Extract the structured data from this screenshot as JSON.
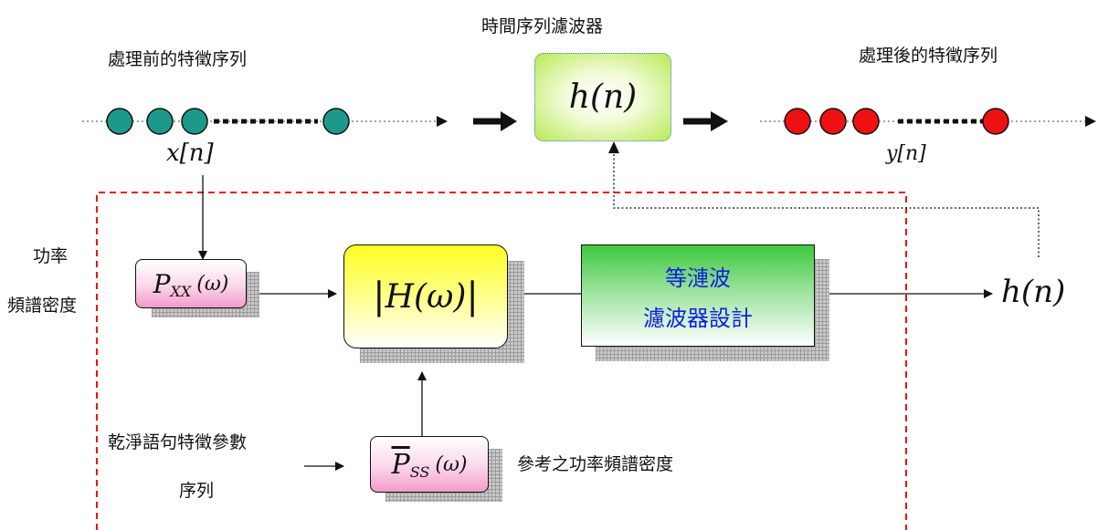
{
  "labels": {
    "filter_title": "時間序列濾波器",
    "input_label": "處理前的特徵序列",
    "output_label": "處理後的特徵序列",
    "x_n": "x[n]",
    "y_n": "y[n]",
    "h_n_box": "h(n)",
    "h_n_out": "h(n)",
    "psd_line1": "功率",
    "psd_line2": "頻譜密度",
    "pxx": "P",
    "pxx_sub": "XX",
    "pxx_arg": "(ω)",
    "H": "H(ω)",
    "equiripple_line1": "等漣波",
    "equiripple_line2": "濾波器設計",
    "clean_line1": "乾淨語句特徵參數",
    "clean_line2": "序列",
    "pss": "P",
    "pss_sub": "SS",
    "pss_arg": "(ω)",
    "ref_psd": "參考之功率頻譜密度"
  },
  "colors": {
    "teal_dot": "#1b9a8c",
    "red_dot": "#ee1111",
    "red_dashed": "#ee1111",
    "blue_text": "#1020e0"
  }
}
